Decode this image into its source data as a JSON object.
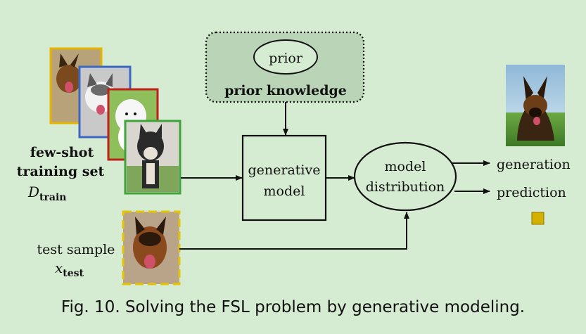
{
  "prior_box": {
    "inner_label": "prior",
    "label": "prior knowledge"
  },
  "generative_model": {
    "line1": "generative",
    "line2": "model"
  },
  "model_distribution": {
    "line1": "model",
    "line2": "distribution"
  },
  "training_set": {
    "line1": "few-shot",
    "line2": "training set",
    "symbol": "D",
    "subscript": "train"
  },
  "test_sample": {
    "label": "test sample",
    "symbol": "x",
    "subscript": "test"
  },
  "outputs": {
    "generation": "generation",
    "prediction": "prediction"
  },
  "colors": {
    "background": "#d6ecd2",
    "prior_fill": "#b9d4b6",
    "frame_orange": "#e6b400",
    "frame_blue": "#3a66c4",
    "frame_red": "#c0201c",
    "frame_green": "#3ea43a",
    "test_frame": "#e6c400",
    "prediction_square": "#d4b000"
  },
  "caption": "Fig. 10.  Solving the FSL problem by generative modeling."
}
